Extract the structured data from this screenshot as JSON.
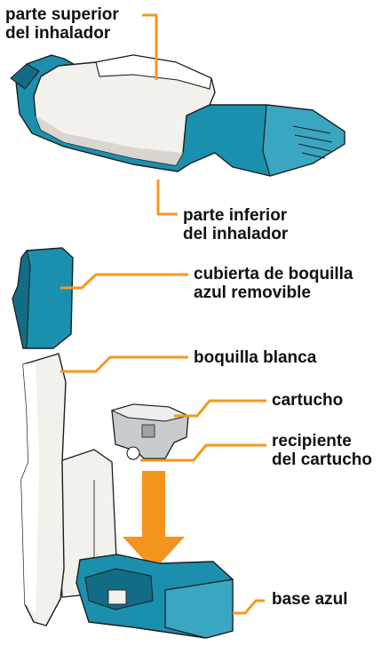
{
  "colors": {
    "teal": "#1b8fae",
    "teal_dark": "#136c86",
    "teal_light": "#3aa6c2",
    "white_part": "#f3f1ec",
    "white_shadow": "#d9d6cf",
    "leader_orange": "#f39a1e",
    "arrow_orange": "#f5931f",
    "outline": "#1d1d1d",
    "gray_cartridge": "#c9cccf"
  },
  "labels": {
    "top_inhaler": {
      "line1": "parte superior",
      "line2": "del inhalador"
    },
    "bottom_inhaler": {
      "line1": "parte inferior",
      "line2": "del inhalador"
    },
    "cap": {
      "line1": "cubierta de boquilla",
      "line2": "azul removible"
    },
    "mouthpiece": {
      "line1": "boquilla blanca"
    },
    "cartridge": {
      "line1": "cartucho"
    },
    "cartridge_holder": {
      "line1": "recipiente",
      "line2": "del cartucho"
    },
    "base": {
      "line1": "base azul"
    }
  },
  "icons": {
    "inhaler_top": "inhaler-top-illustration",
    "cap": "mouthpiece-cap-illustration",
    "mouthpiece": "white-mouthpiece-illustration",
    "cartridge": "cartridge-illustration",
    "arrow": "down-arrow-icon",
    "base": "blue-base-illustration"
  }
}
